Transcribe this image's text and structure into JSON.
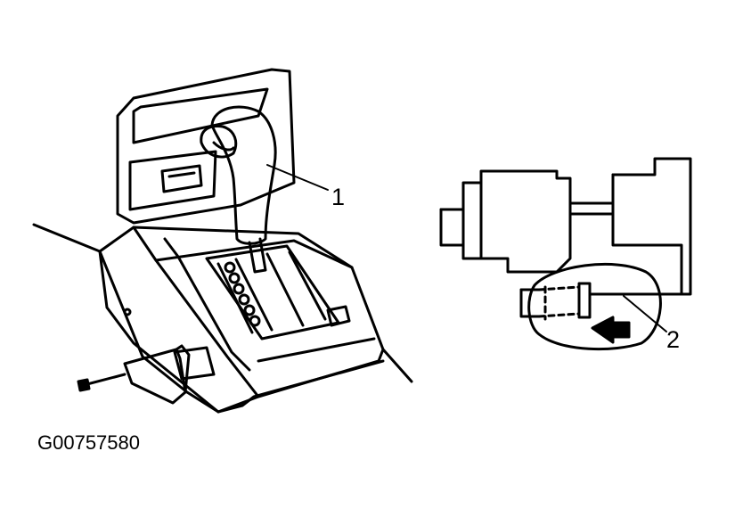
{
  "callouts": [
    {
      "label": "1"
    },
    {
      "label": "2"
    }
  ],
  "figure_id": "G00757580",
  "colors": {
    "ink": "#000000",
    "paper": "#ffffff"
  }
}
